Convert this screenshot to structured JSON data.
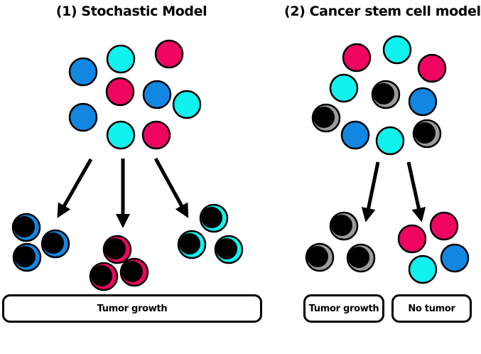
{
  "panels": {
    "stochastic": {
      "title": "(1) Stochastic Model",
      "outcome_label": "Tumor growth"
    },
    "cancer_stem_cell": {
      "title": "(2) Cancer stem cell model",
      "outcome_labels": [
        "Tumor growth",
        "No tumor"
      ]
    }
  },
  "colors": {
    "blue": "#1187e2",
    "cyan": "#10f2ee",
    "magenta": "#ef0560",
    "gray": "#9b9b9b",
    "nucleus": "#000000",
    "outline": "#000000"
  }
}
